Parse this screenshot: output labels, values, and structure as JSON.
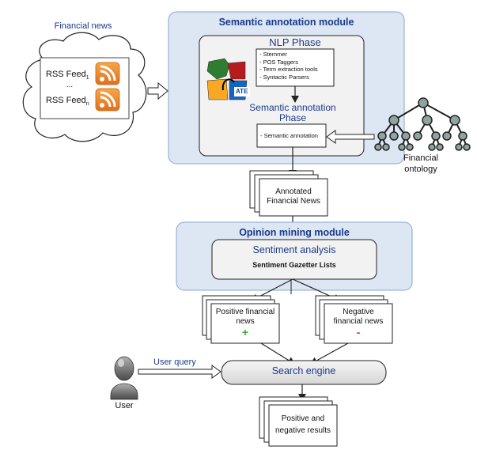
{
  "financial_news": {
    "title": "Financial news",
    "feed_1": "RSS Feed",
    "feed_1_sub": "1",
    "ellipsis": "...",
    "feed_n": "RSS Feed",
    "feed_n_sub": "n"
  },
  "semantic_module": {
    "title": "Semantic annotation module",
    "nlp_phase": "NLP Phase",
    "nlp_tools": [
      "- Stemmer",
      "- POS Taggers",
      "- Term extraction tools",
      "- Syntactic Parsers"
    ],
    "gate_label": "ATE",
    "sa_phase_line1": "Semantic annotation",
    "sa_phase_line2": "Phase",
    "sa_box": "- Semantic annotation"
  },
  "ontology": {
    "line1": "Financial",
    "line2": "ontology"
  },
  "annotated_news": {
    "line1": "Annotated",
    "line2": "Financial News"
  },
  "opinion_module": {
    "title": "Opinion mining module",
    "sentiment_analysis": "Sentiment analysis",
    "gazetteer": "Sentiment Gazetter Lists"
  },
  "positive_news": {
    "line1": "Positive financial",
    "line2": "news",
    "sign": "+"
  },
  "negative_news": {
    "line1": "Negative",
    "line2": "financial news",
    "sign": "-"
  },
  "user": {
    "query_label": "User query",
    "label": "User"
  },
  "search_engine": {
    "label": "Search engine"
  },
  "results": {
    "line1": "Positive and",
    "line2": "negative results"
  },
  "colors": {
    "module_fill": "#dde6f3",
    "module_border": "#8aa4cf",
    "title_blue": "#1a3a8a",
    "rss_orange": "#f08a24",
    "ontology_fill": "#8fa3a0",
    "plus_green": "#3aa832",
    "minus_red": "#d03020"
  }
}
